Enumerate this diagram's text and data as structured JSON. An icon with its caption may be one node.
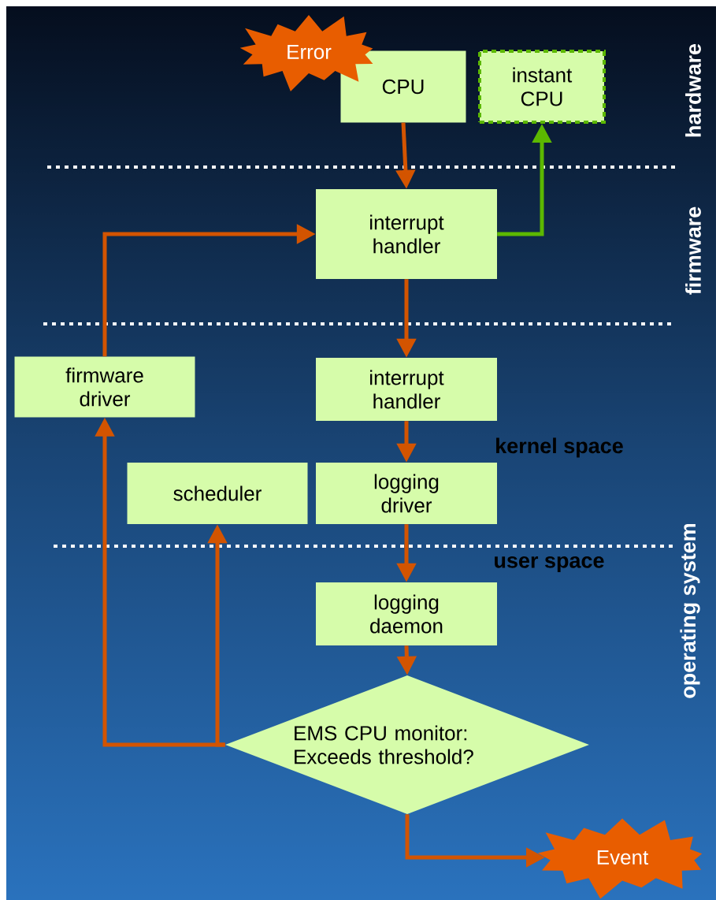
{
  "diagram": {
    "nodes": [
      {
        "text": [
          "Error"
        ]
      },
      {
        "text": [
          "CPU"
        ]
      },
      {
        "text": [
          "instant CPU"
        ]
      },
      {
        "text": [
          "interrupt handler"
        ]
      },
      {
        "text": [
          "firmware driver"
        ]
      },
      {
        "text": [
          "interrupt handler"
        ]
      },
      {
        "text": [
          "scheduler"
        ]
      },
      {
        "text": [
          "logging driver"
        ]
      },
      {
        "text": [
          "logging daemon"
        ]
      },
      {
        "text": [
          "EMS CPU monitor: Exceeds threshold?"
        ]
      },
      {
        "text": [
          "Event"
        ]
      }
    ],
    "edges": [
      {
        "from": 1,
        "to": 3,
        "arrow": "to"
      },
      {
        "from": 3,
        "to": 2,
        "arrow": "to",
        "color": "#5cb800"
      },
      {
        "from": 3,
        "to": 5,
        "arrow": "to"
      },
      {
        "from": 5,
        "to": 7,
        "arrow": "to"
      },
      {
        "from": 7,
        "to": 8,
        "arrow": "to"
      },
      {
        "from": 8,
        "to": 9,
        "arrow": "to"
      },
      {
        "from": 9,
        "to": 4,
        "arrow": "to"
      },
      {
        "from": 9,
        "to": 6,
        "arrow": "to"
      },
      {
        "from": 4,
        "to": 3,
        "arrow": "to"
      },
      {
        "from": 9,
        "to": 10,
        "arrow": "to"
      }
    ],
    "labels": [
      "hardware",
      "firmware",
      "kernel space",
      "user space",
      "operating system"
    ]
  }
}
